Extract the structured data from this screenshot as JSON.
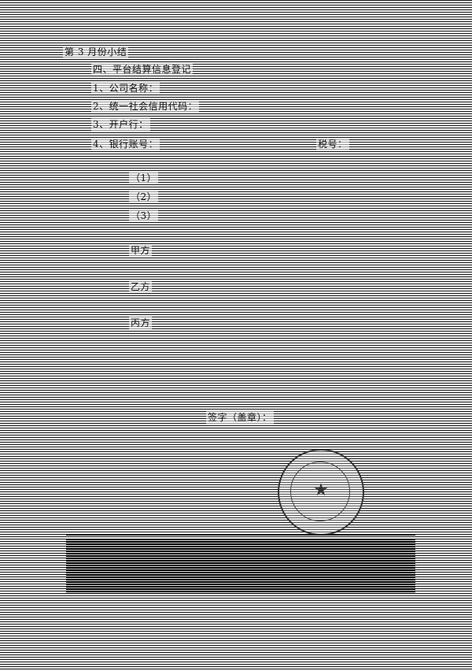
{
  "document": {
    "header_line": "第 3 月份小结",
    "section_title": "四、平台结算信息登记",
    "lines": [
      "1、公司名称：",
      "2、统一社会信用代码：",
      "3、开户行：",
      "4、银行账号："
    ],
    "line4_right": "税号：",
    "detail_lines": [
      "（1）",
      "（2）",
      "（3）"
    ],
    "detail_line3_right": "",
    "sub_items": [
      {
        "label": "甲方",
        "value": ""
      },
      {
        "label": "乙方",
        "value": ""
      },
      {
        "label": "丙方",
        "value": ""
      }
    ],
    "signature_label": "签字（盖章）：",
    "signature_value": ""
  }
}
